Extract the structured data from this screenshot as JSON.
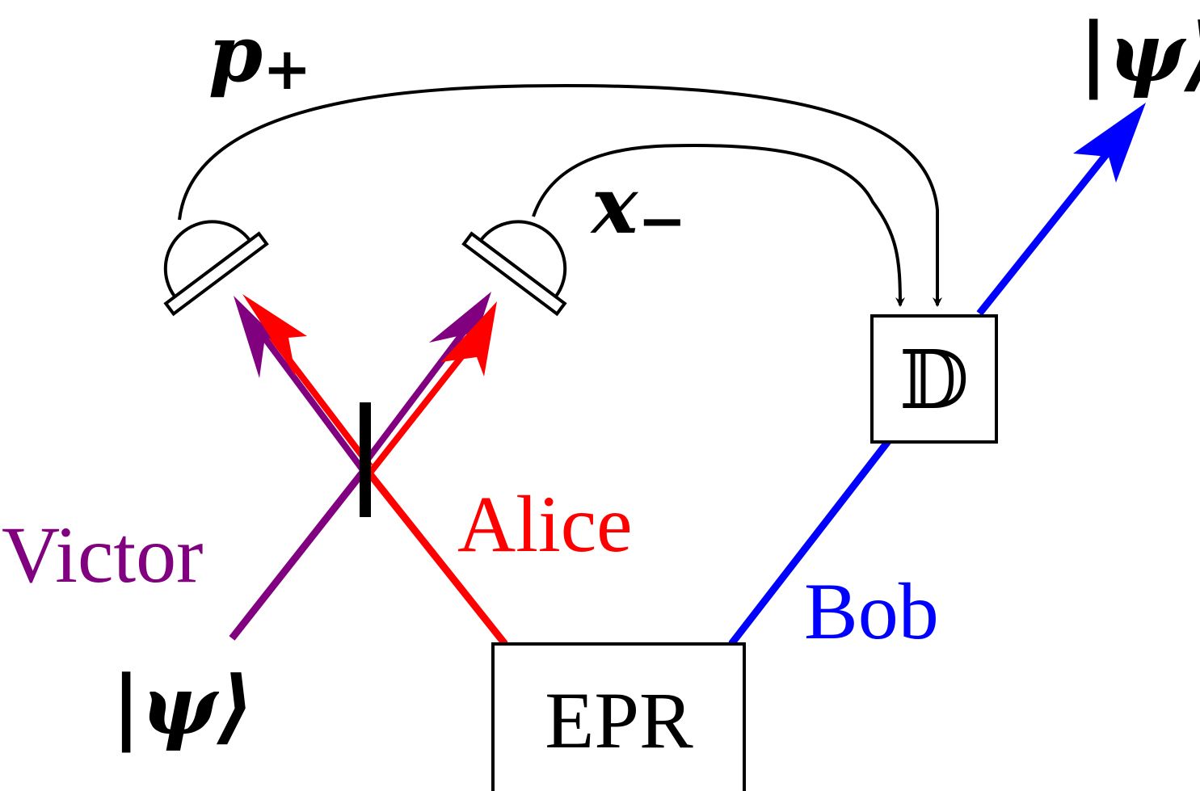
{
  "labels": {
    "victor": "Victor",
    "alice": "Alice",
    "bob": "Bob",
    "epr": "EPR",
    "displacement": "𝔻",
    "input_state": "|ψ⟩",
    "output_state": "|ψ⟩",
    "p_plus": "p",
    "p_plus_sub": "+",
    "x_minus": "x",
    "x_minus_sub": "−"
  },
  "colors": {
    "victor": "#800080",
    "alice": "#ff0000",
    "bob": "#0000ff",
    "classical": "#000000"
  }
}
